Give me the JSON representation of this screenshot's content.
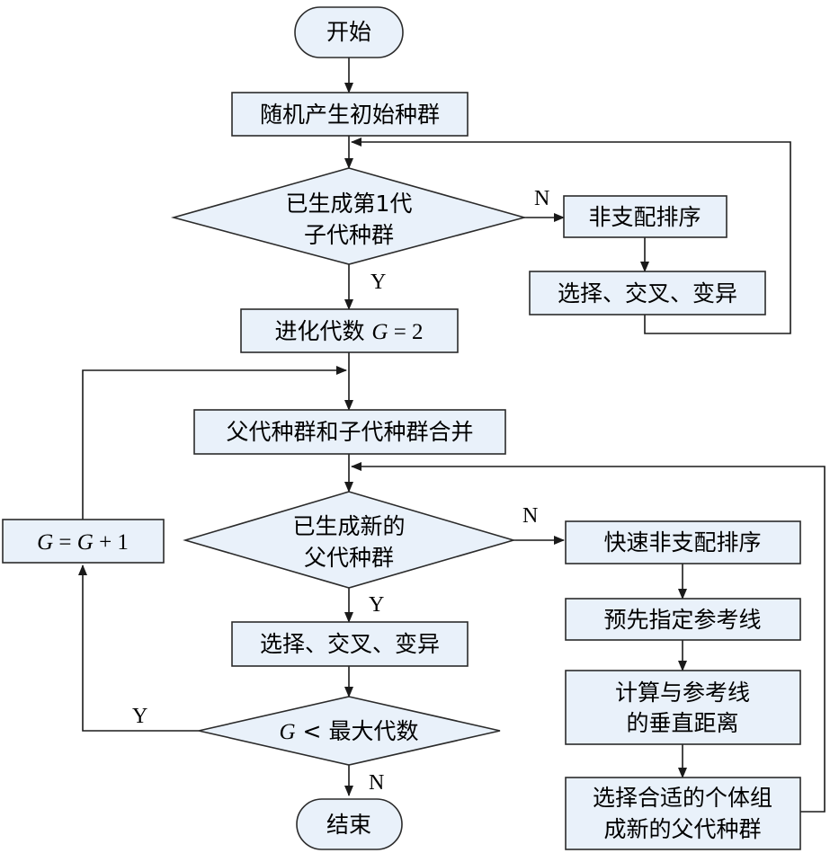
{
  "colors": {
    "fill": "#e9f1fa",
    "stroke": "#2b2b2b"
  },
  "nodes": {
    "start": "开始",
    "init_population": "随机产生初始种群",
    "check_first_offspring": [
      "已生成第1代",
      "子代种群"
    ],
    "nondominated_sort": "非支配排序",
    "select_cross_mutate_1": "选择、交叉、变异",
    "gen_counter": {
      "prefix": "进化代数 ",
      "var": "G",
      "suffix": " = 2"
    },
    "merge": "父代种群和子代种群合并",
    "check_new_parent": [
      "已生成新的",
      "父代种群"
    ],
    "fast_nondominated_sort": "快速非支配排序",
    "reference_lines": "预先指定参考线",
    "distance": [
      "计算与参考线",
      "的垂直距离"
    ],
    "select_individuals": [
      "选择合适的个体组",
      "成新的父代种群"
    ],
    "select_cross_mutate_2": "选择、交叉、变异",
    "increment": {
      "var1": "G",
      "mid": " = ",
      "var2": "G",
      "suffix": " + 1"
    },
    "check_max": {
      "var": "G",
      "suffix": " < 最大代数"
    },
    "end": "结束"
  },
  "edge_labels": {
    "n1": "N",
    "y1": "Y",
    "n2": "N",
    "y2": "Y",
    "y3": "Y",
    "n3": "N"
  }
}
